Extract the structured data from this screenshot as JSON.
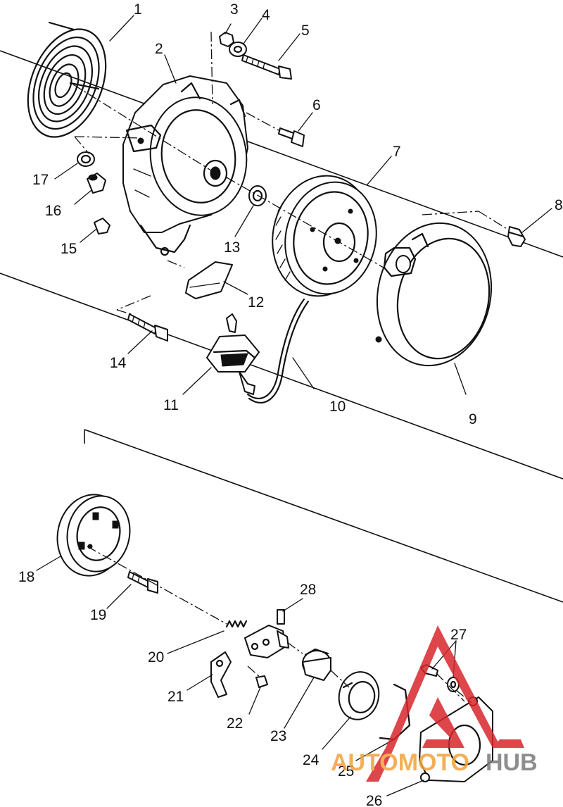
{
  "callouts": [
    "1",
    "2",
    "3",
    "4",
    "5",
    "6",
    "7",
    "8",
    "9",
    "10",
    "11",
    "12",
    "13",
    "14",
    "15",
    "16",
    "17",
    "18",
    "19",
    "20",
    "21",
    "22",
    "23",
    "24",
    "25",
    "26",
    "27",
    "28"
  ],
  "watermark": {
    "part1": "AUTOMOTO",
    "part2": "HUB",
    "color_orange": "#f2a23a",
    "color_red": "#d8262b",
    "color_gray": "#7b7b7b"
  }
}
